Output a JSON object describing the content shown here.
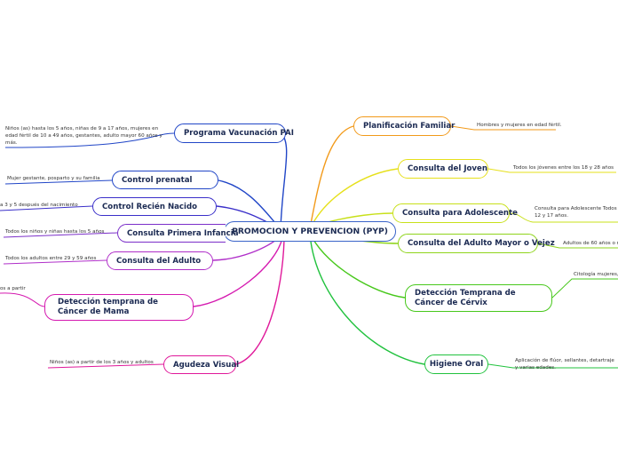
{
  "central": "PROMOCION Y PREVENCION (PYP)",
  "colors": {
    "blue": "#2146c7",
    "purple": "#7b2fc9",
    "magenta": "#e0189a",
    "orange": "#f29a1a",
    "yellow": "#e6e01a",
    "green": "#6fd41c",
    "green2": "#21c23e"
  },
  "branches": {
    "pai": {
      "title": "Programa Vacunación PAI",
      "leaf": "Niños (as) hasta los 5 años, niñas de 9 a 17 años, mujeres en edad fértil de 10 a 49 años, gestantes, adulto mayor 60 años y más."
    },
    "prenatal": {
      "title": "Control prenatal",
      "leaf": "Mujer gestante, posparto y su familia"
    },
    "recien": {
      "title": "Control Recién Nacido",
      "leaf": "a 3 y 5 después del nacimiento"
    },
    "infancia": {
      "title": "Consulta Primera Infancia",
      "leaf": "Todos los niños y niñas hasta los 5 años"
    },
    "adulto": {
      "title": "Consulta del Adulto",
      "leaf": "Todos los adultos entre 29 y 59 años"
    },
    "mama": {
      "title": "Detección temprana de Cáncer de Mama",
      "leaf": "os a partir"
    },
    "visual": {
      "title": "Agudeza Visual",
      "leaf": "Niños (as) a partir de los 3 años y adultos"
    },
    "familiar": {
      "title": "Planificación Familiar",
      "leaf": "Hombres y mujeres en edad fértil."
    },
    "joven": {
      "title": "Consulta del Joven",
      "leaf": "Todos los jóvenes entre los 18 y 28 años"
    },
    "adolescente": {
      "title": "Consulta para Adolescente",
      "leaf": "Consulta para Adolescente Todos 12 y 17 años."
    },
    "mayor": {
      "title": "Consulta del Adulto Mayor o Vejez",
      "leaf": "Adultos de 60 años o m"
    },
    "cervix": {
      "title": "Detección Temprana de Cáncer de Cérvix",
      "leaf": "Citología mujeres,"
    },
    "oral": {
      "title": "Higiene Oral",
      "leaf": "Aplicación de flúor, sellantes, detartraje y varias edades."
    }
  }
}
